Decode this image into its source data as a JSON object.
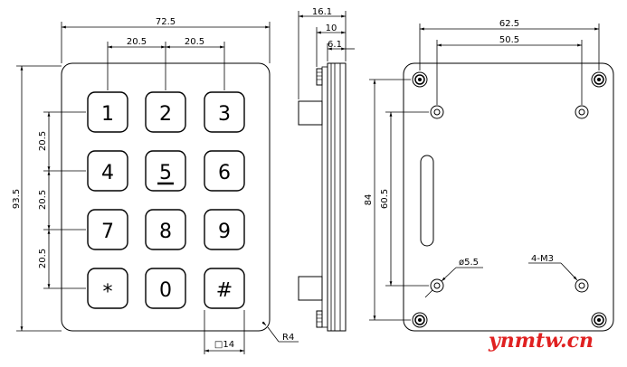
{
  "front_view": {
    "width_label": "72.5",
    "height_label": "93.5",
    "pitch_x_labels": [
      "20.5",
      "20.5"
    ],
    "pitch_y_labels": [
      "20.5",
      "20.5",
      "20.5"
    ],
    "key_size_label": "□14",
    "corner_label": "R4",
    "keys": [
      "1",
      "2",
      "3",
      "4",
      "5",
      "6",
      "7",
      "8",
      "9",
      "*",
      "0",
      "#"
    ]
  },
  "side_view": {
    "labels": [
      "16.1",
      "10",
      "6.1"
    ]
  },
  "back_view": {
    "width_label": "62.5",
    "inner_width_label": "50.5",
    "height_label": "84",
    "inner_height_label": "60.5",
    "hole_label": "ø5.5",
    "screw_label": "4-M3"
  },
  "watermark": "ynmtw.cn"
}
